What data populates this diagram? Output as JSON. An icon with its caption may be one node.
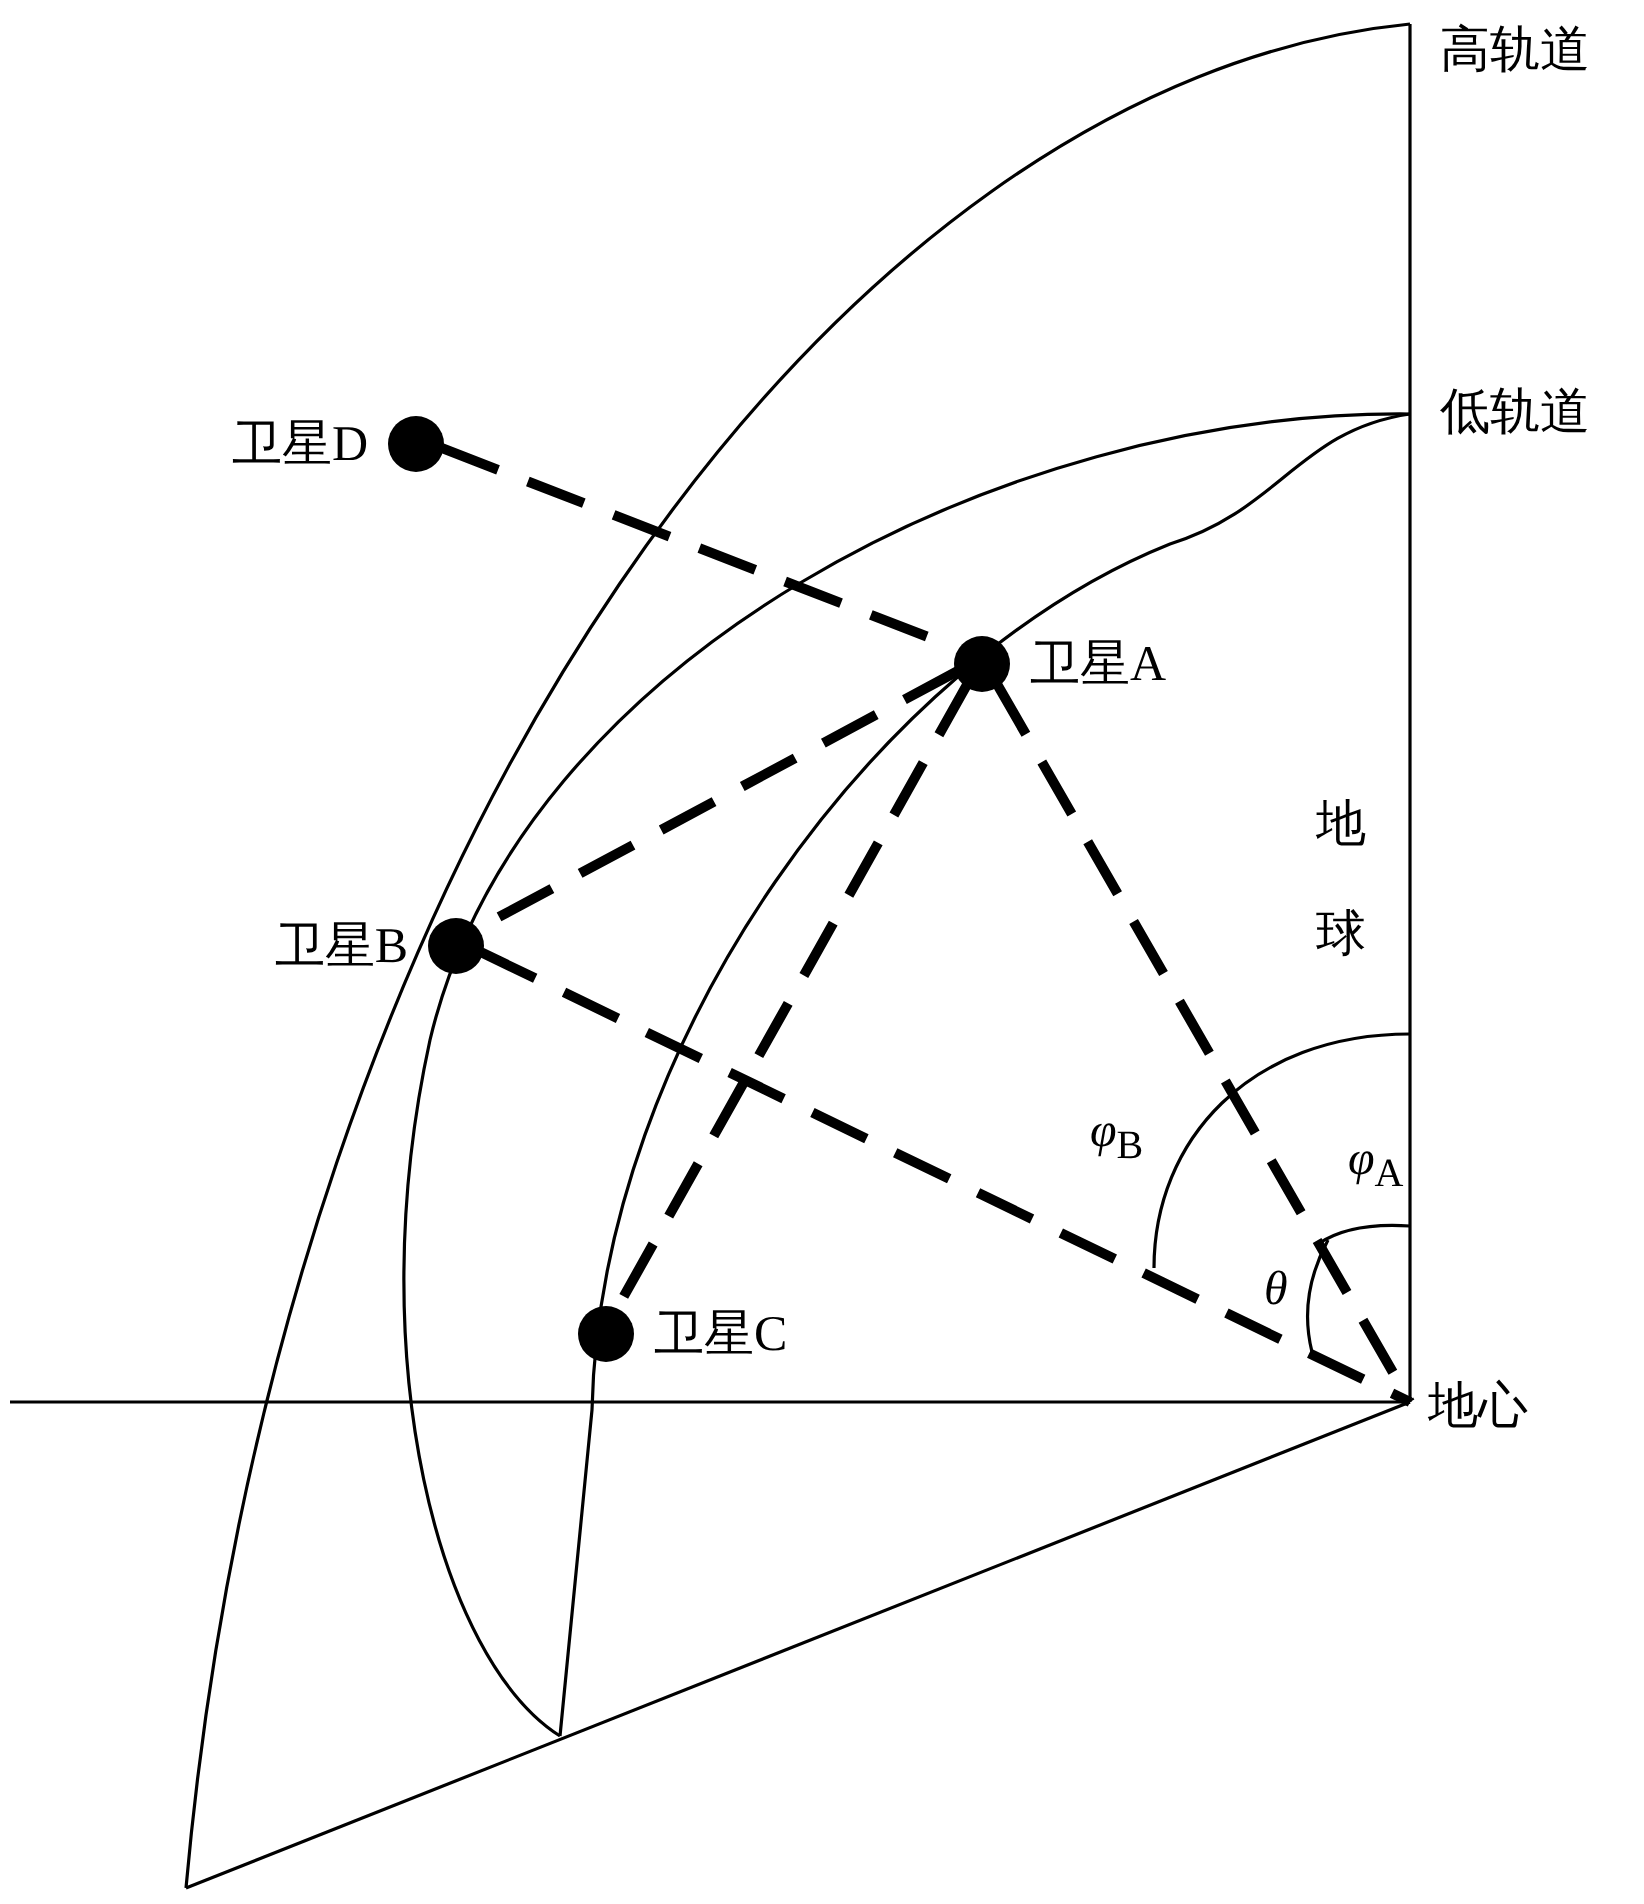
{
  "diagram": {
    "nodes": [
      {
        "text": [
          "卫星D"
        ]
      },
      {
        "text": [
          "卫星A"
        ]
      },
      {
        "text": [
          "卫星B"
        ]
      },
      {
        "text": [
          "卫星C"
        ]
      },
      {
        "text": [
          "地心"
        ]
      }
    ],
    "edges": [
      {
        "from": 0,
        "to": 1,
        "arrow": "none",
        "style": "dashed"
      },
      {
        "from": 1,
        "to": 2,
        "arrow": "none",
        "style": "dashed"
      },
      {
        "from": 1,
        "to": 3,
        "arrow": "none",
        "style": "dashed"
      },
      {
        "from": 1,
        "to": 4,
        "arrow": "none",
        "style": "dashed"
      },
      {
        "from": 2,
        "to": 4,
        "arrow": "none",
        "style": "dashed"
      }
    ],
    "labels": [
      "高轨道",
      "低轨道",
      "地球",
      "*φ*$_{B}$",
      "*φ*$_{A}$",
      "*θ*"
    ]
  }
}
